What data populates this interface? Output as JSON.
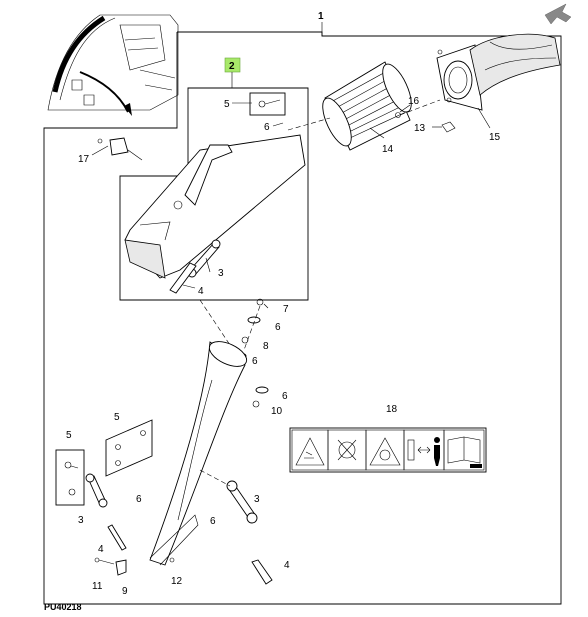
{
  "figure_id": "PU40218",
  "callouts": {
    "c1": "1",
    "c2": "2",
    "c3a": "3",
    "c3b": "3",
    "c3c": "3",
    "c4a": "4",
    "c4b": "4",
    "c4c": "4",
    "c5a": "5",
    "c5b": "5",
    "c5c": "5",
    "c6a": "6",
    "c6b": "6",
    "c6c": "6",
    "c6d": "6",
    "c6e": "6",
    "c6f": "6",
    "c7": "7",
    "c8": "8",
    "c9": "9",
    "c10": "10",
    "c11": "11",
    "c12": "12",
    "c13": "13",
    "c14": "14",
    "c15": "15",
    "c16": "16",
    "c17": "17",
    "c18": "18"
  },
  "colors": {
    "highlight": "#a8e86a",
    "line": "#000000",
    "label_bg": "#f4f4f4"
  },
  "icons": [
    "hazard-triangle-icon",
    "crush-hazard-icon",
    "entanglement-icon",
    "distance-arrow-icon",
    "person-icon",
    "manual-book-icon"
  ]
}
